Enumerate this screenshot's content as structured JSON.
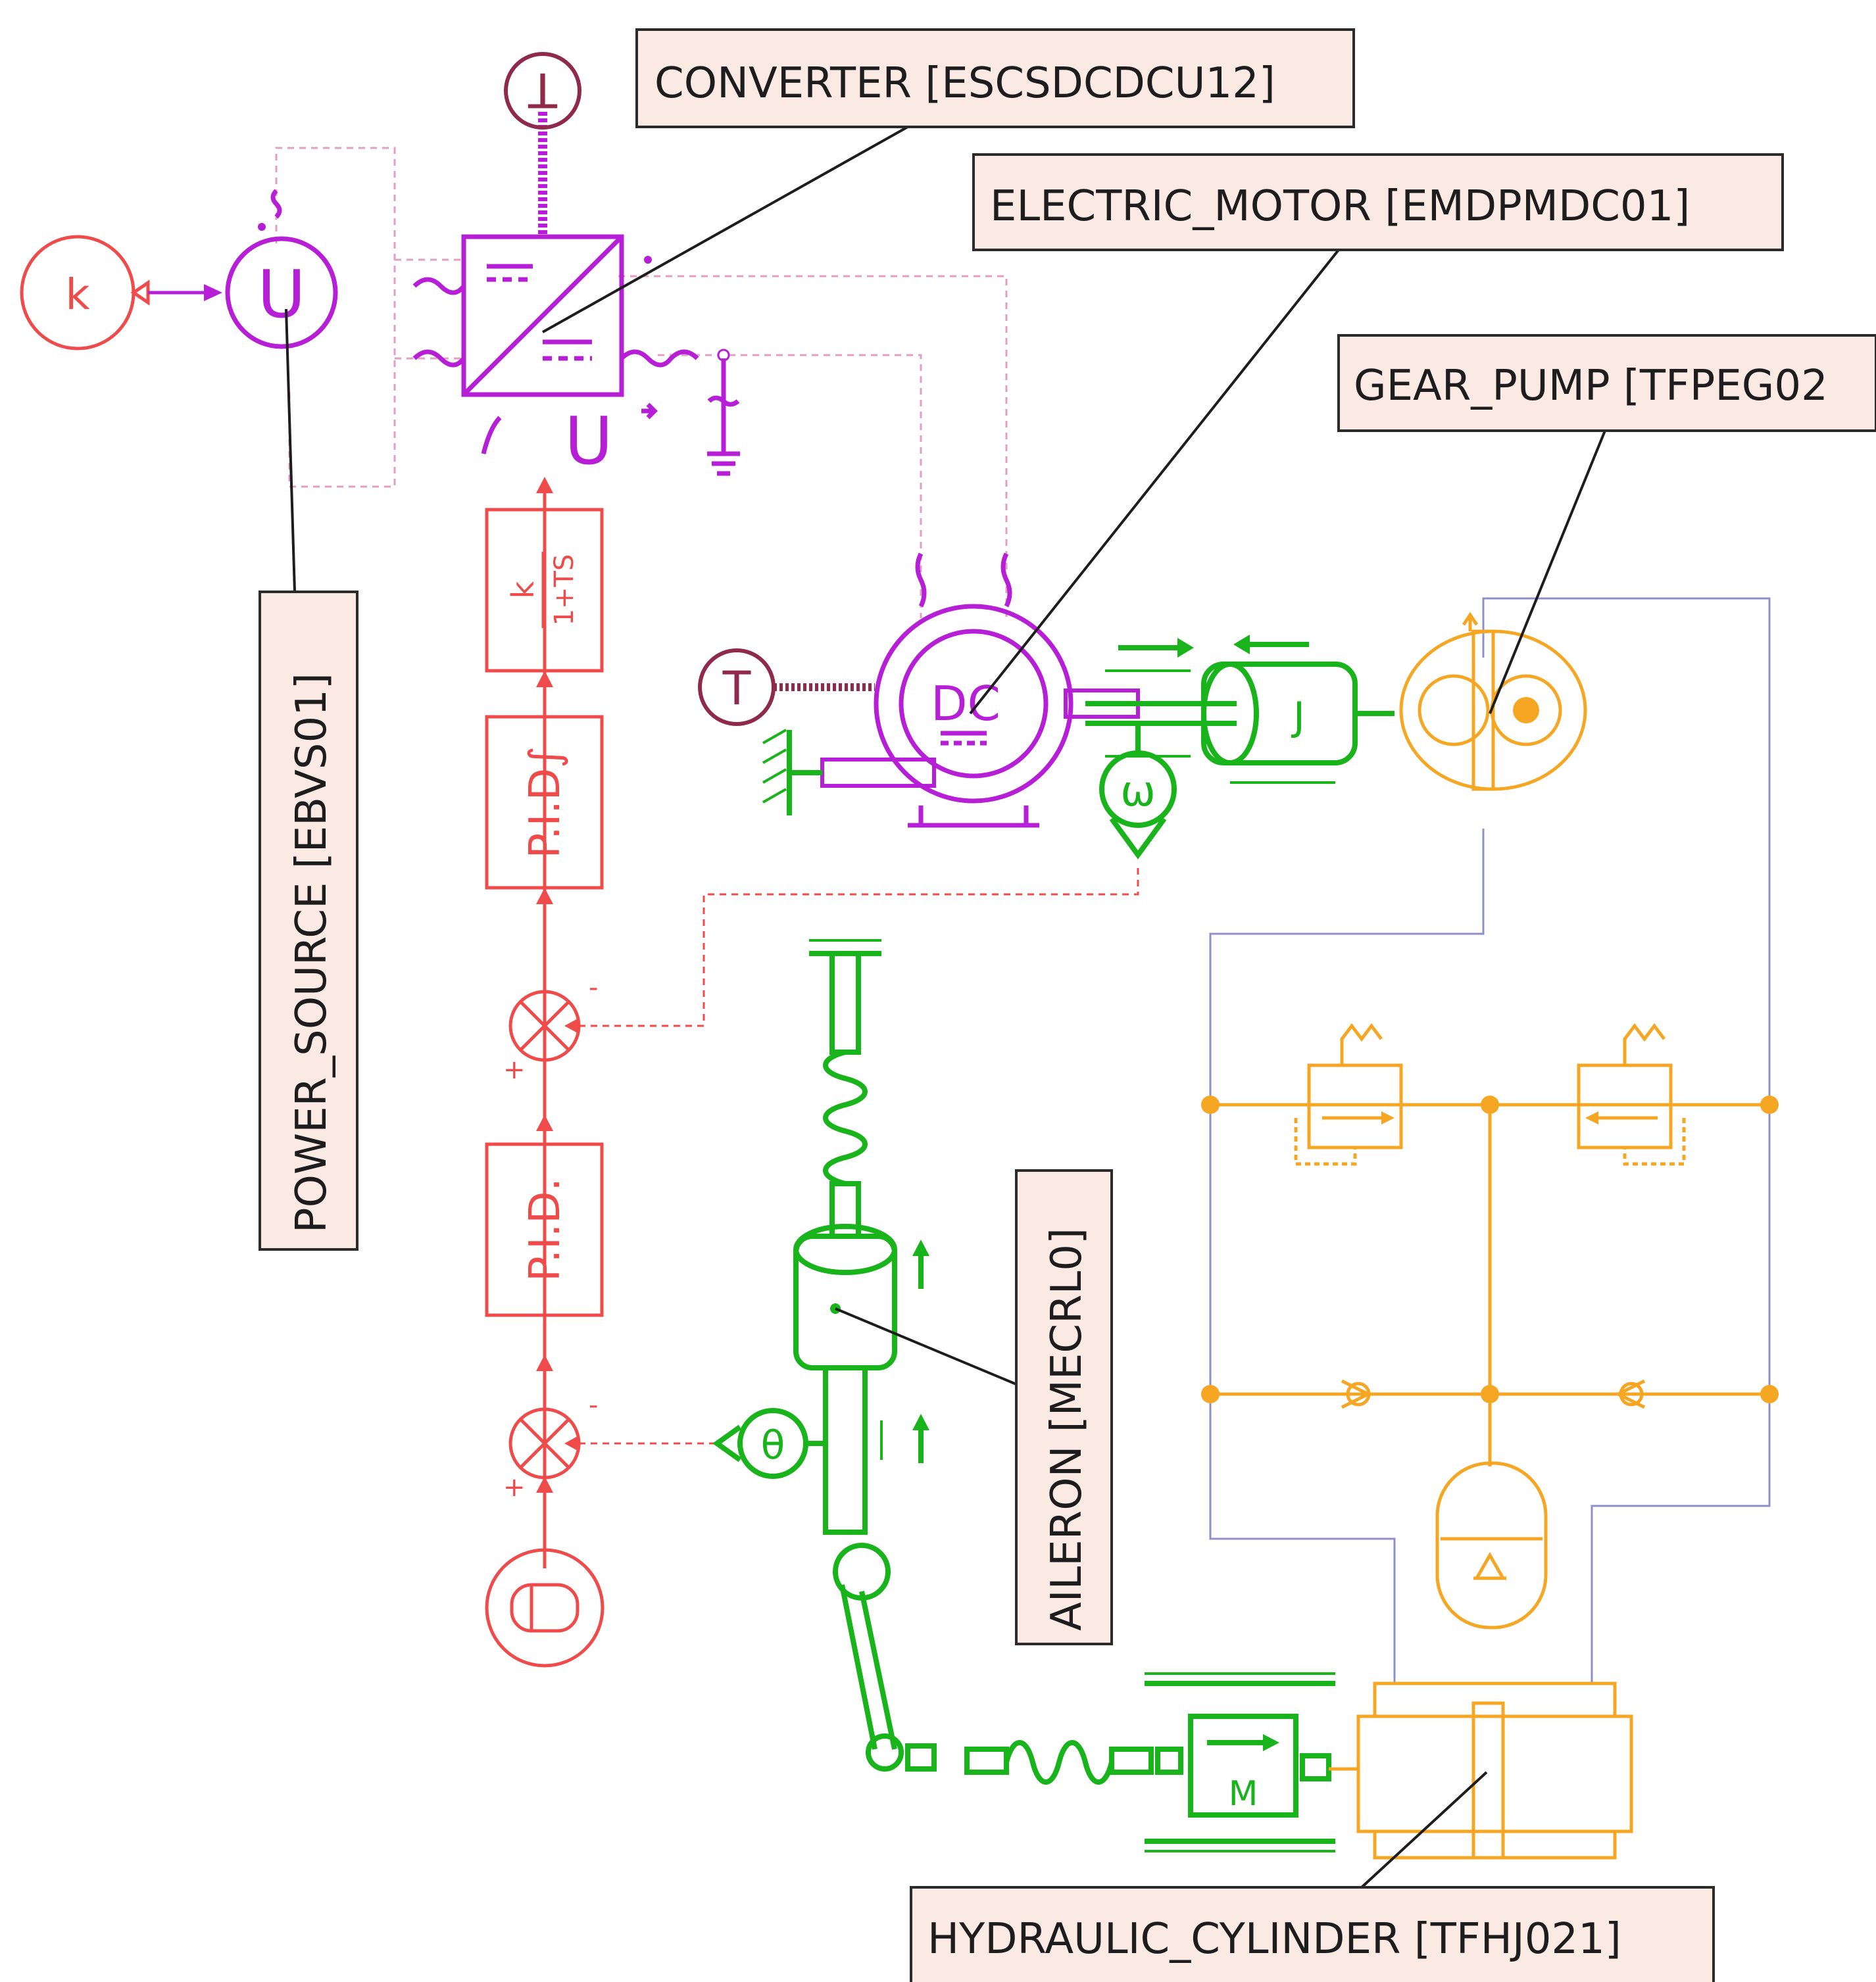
{
  "labels": {
    "converter": "CONVERTER [ESCSDCDCU12]",
    "electric_motor": "ELECTRIC_MOTOR [EMDPMDC01]",
    "gear_pump": "GEAR_PUMP [TFPEG02",
    "power_source": "POWER_SOURCE [EBVS01]",
    "aileron": "AILERON [MECRL0]",
    "hydraulic_cylinder": "HYDRAULIC_CYLINDER [TFHJ021]"
  },
  "symbols": {
    "gain_k": "k",
    "voltage_source": "U",
    "converter_output": "U",
    "lag_num": "k",
    "lag_den": "1+TS",
    "pid_integral": "P.I.D∫",
    "pid": "P.I.D.",
    "motor": "DC",
    "temp_top": "T",
    "temp_motor": "T",
    "inertia": "J",
    "speed_sensor": "ω",
    "angle_sensor": "θ",
    "mass": "M",
    "plus": "+",
    "minus": "-"
  },
  "colors": {
    "signal": "#ef4b4b",
    "electrical": "#b61fd6",
    "mechanical": "#19b31b",
    "hydraulic": "#f5a623",
    "thermal": "#8f2a4a",
    "hydraulic_pipe": "#8f90c8",
    "label_fill": "#fbe9e4"
  }
}
